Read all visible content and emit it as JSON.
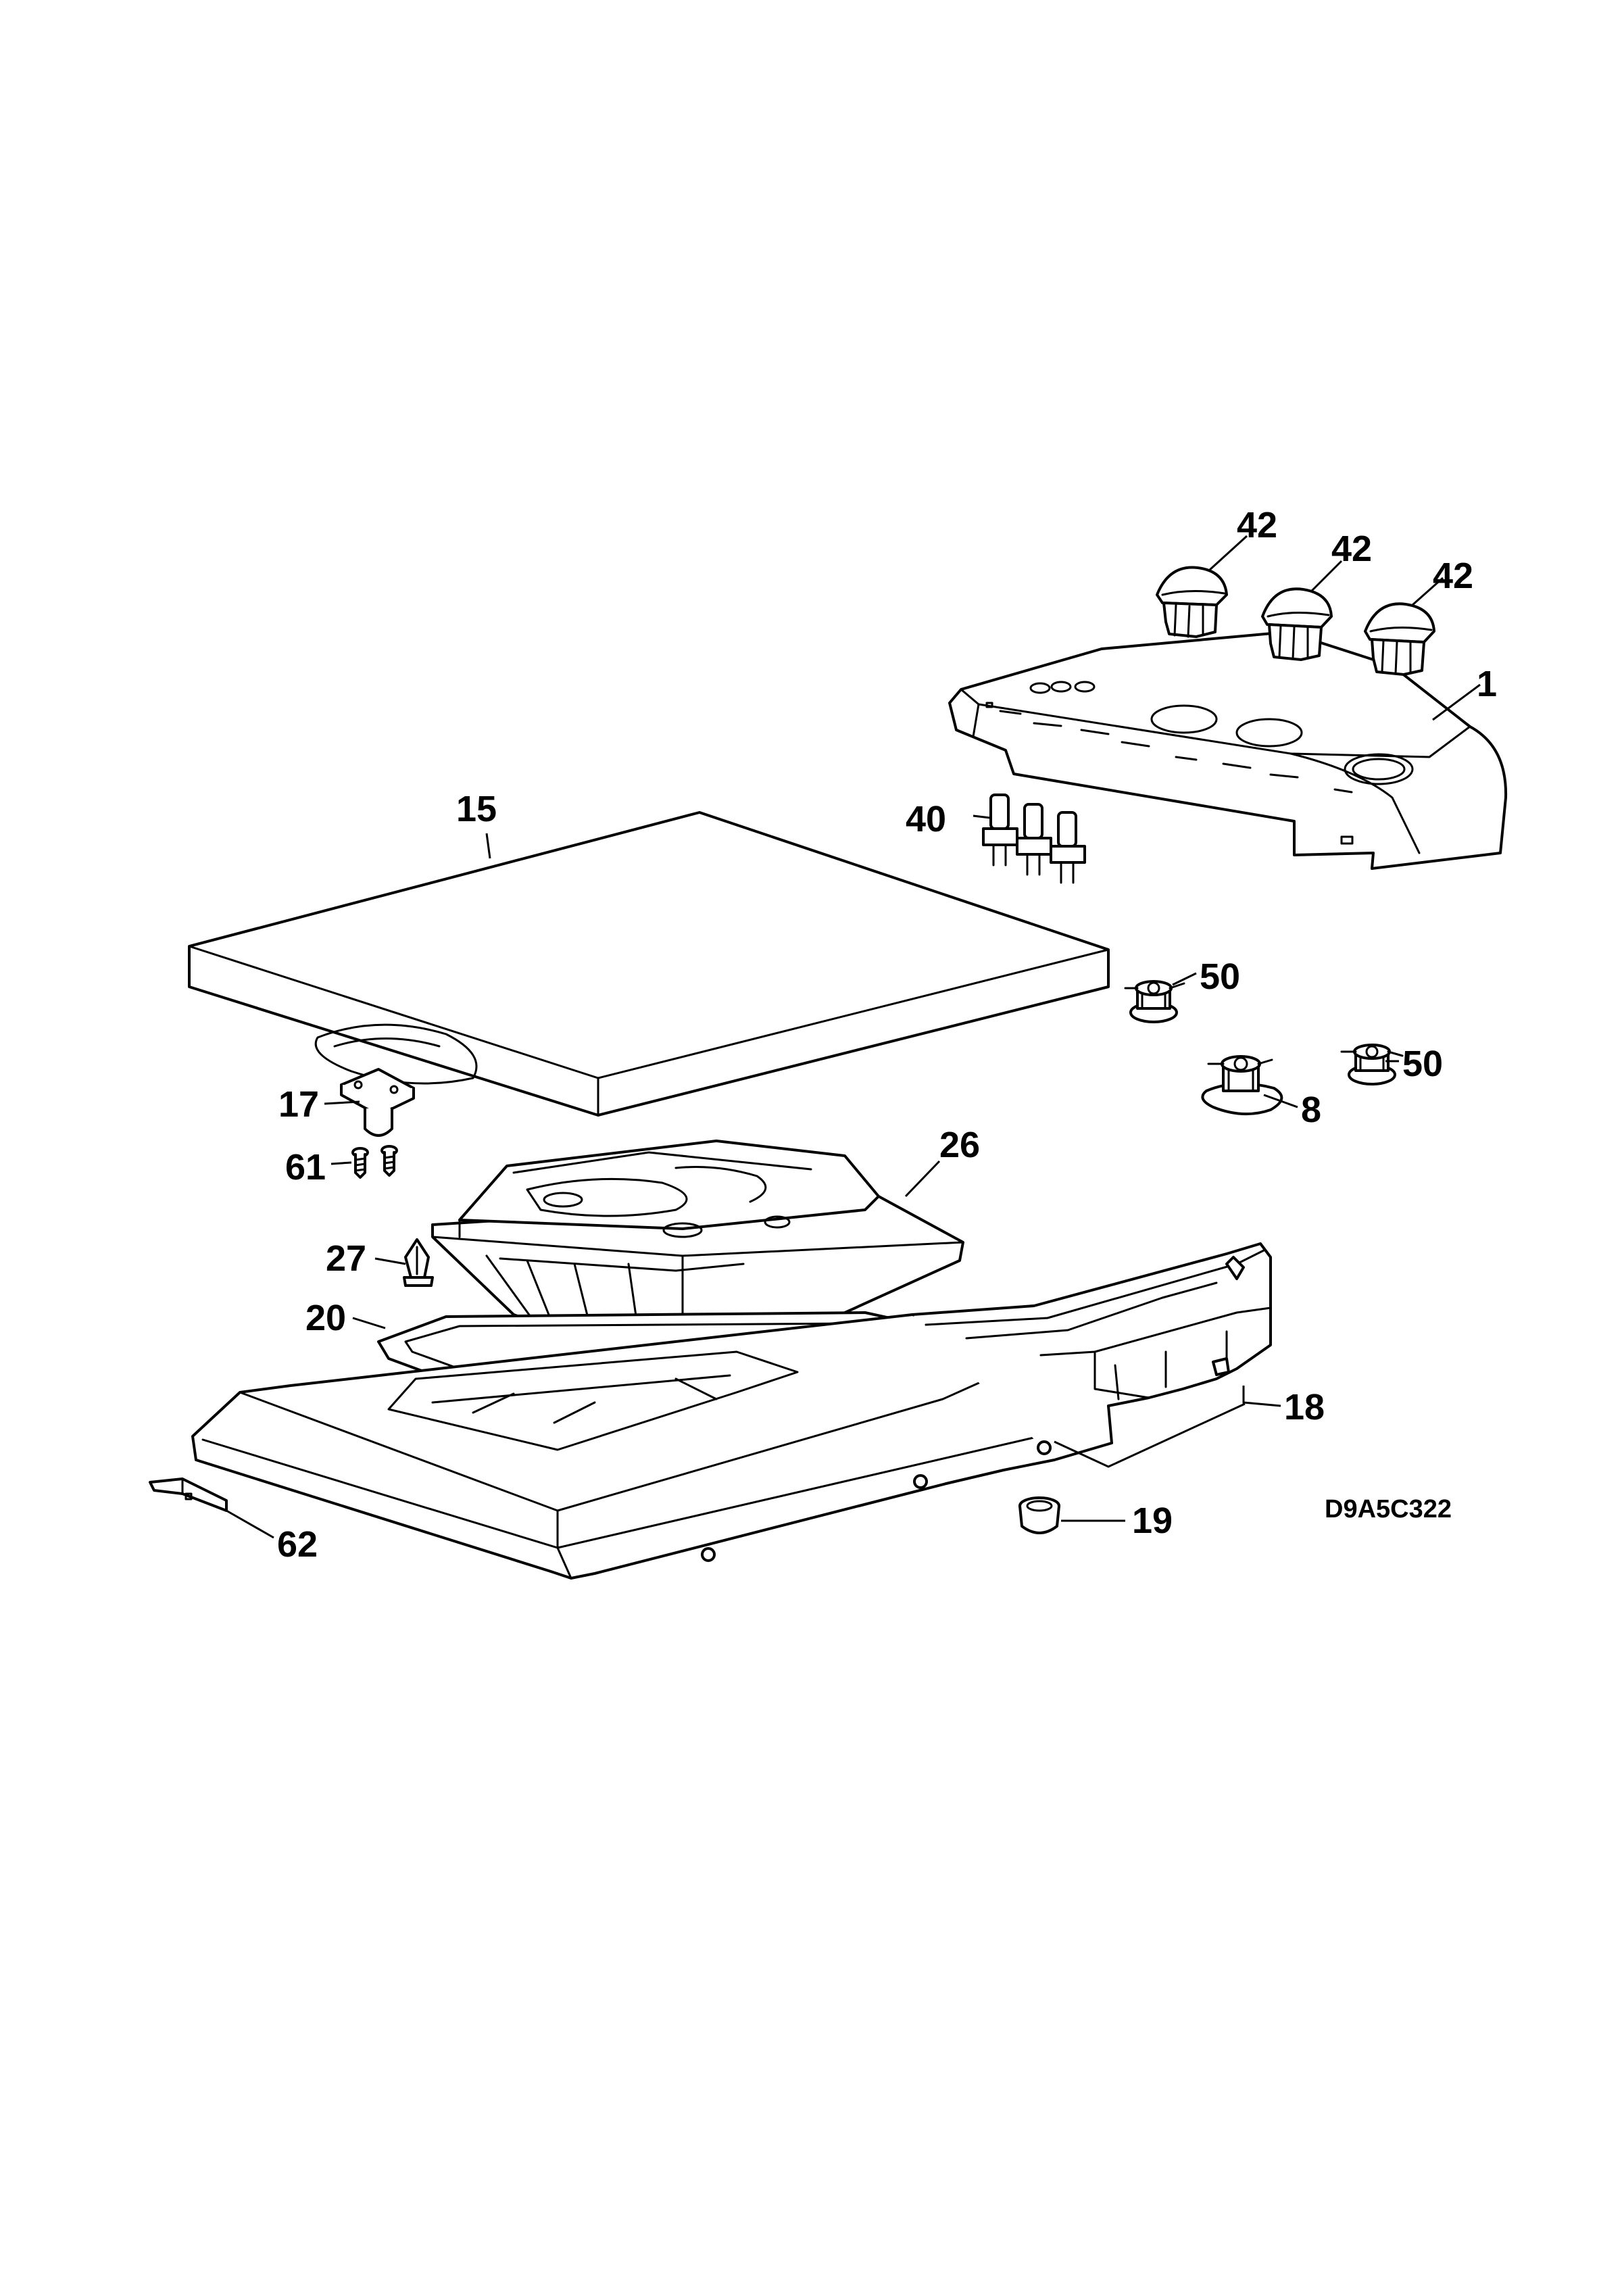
{
  "diagram": {
    "drawing_code": "D9A5C322",
    "callouts": {
      "knob_1": "42",
      "knob_2": "42",
      "knob_3": "42",
      "control_panel": "1",
      "lid": "15",
      "push_buttons": "40",
      "valve_1": "50",
      "valve_2": "50",
      "valve_3": "8",
      "hinge": "17",
      "screws": "61",
      "dispenser": "26",
      "clip": "27",
      "seal": "20",
      "top_frame": "18",
      "bumper": "19",
      "bracket": "62"
    }
  }
}
